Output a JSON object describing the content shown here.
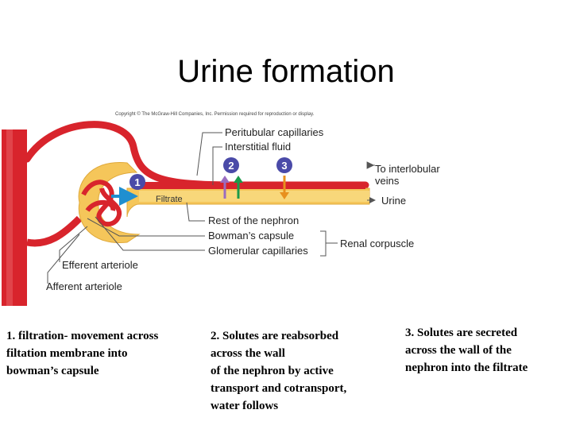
{
  "title": "Urine formation",
  "copyright": "Copyright © The McGraw-Hill Companies, Inc. Permission required for reproduction or display.",
  "labels": {
    "peritubular": "Peritubular capillaries",
    "interstitial": "Interstitial fluid",
    "to_interlobular": "To interlobular",
    "veins": "veins",
    "urine": "Urine",
    "filtrate": "Filtrate",
    "rest_nephron": "Rest of the nephron",
    "bowmans": "Bowman’s capsule",
    "glomerular": "Glomerular capillaries",
    "renal_corpuscle": "Renal corpuscle",
    "efferent": "Efferent arteriole",
    "afferent": "Afferent arteriole"
  },
  "steps": [
    "1",
    "2",
    "3"
  ],
  "descriptions": {
    "step1": "1. filtration- movement across\nfiltation membrane into\nbowman’s capsule",
    "step2": "2. Solutes are reabsorbed\n across the wall\nof the nephron by active\ntransport and cotransport,\nwater follows",
    "step3": "3. Solutes are secreted\nacross the wall of the\nnephron into the filtrate"
  },
  "colors": {
    "vessel": "#d8242c",
    "tubule": "#f5c65a",
    "step_circle": "#4a4aa8",
    "filtration_arrow": "#1f8fd0",
    "reabsorption_arrow_a": "#9a6cc0",
    "reabsorption_arrow_b": "#1a9a4a",
    "secretion_arrow": "#e8901e"
  }
}
